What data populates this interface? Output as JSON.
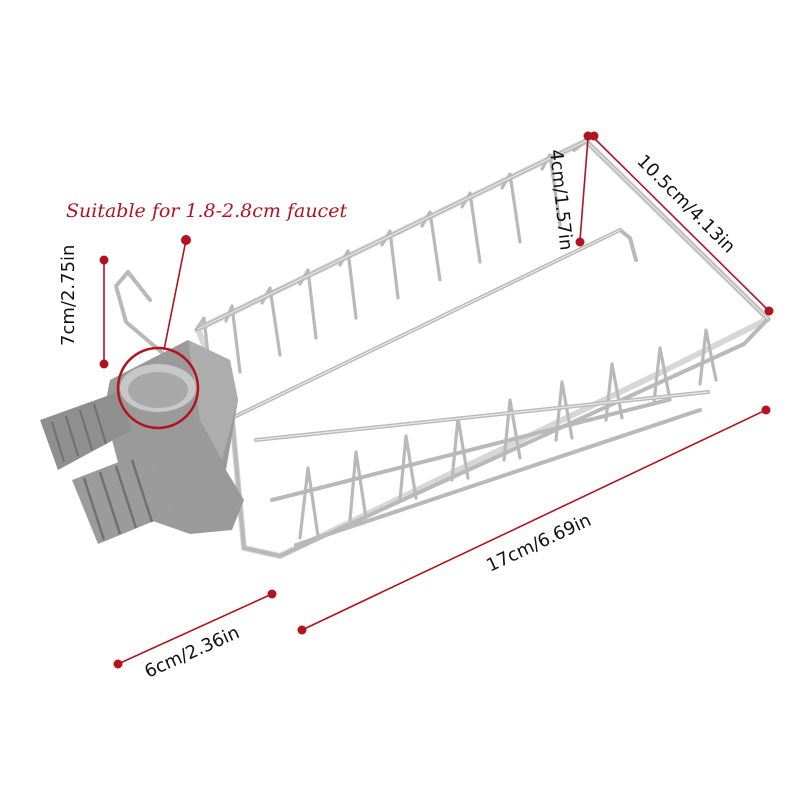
{
  "callout": {
    "text": "Suitable for 1.8-2.8cm faucet"
  },
  "dimensions": {
    "height_clip": "7cm/2.75in",
    "basket_depth": "4cm/1.57in",
    "basket_width": "10.5cm/4.13in",
    "basket_length": "17cm/6.69in",
    "clip_width": "6cm/2.36in"
  },
  "colors": {
    "accent": "#b3121f",
    "wire": "#b9b9b9",
    "wire_shadow": "#8c8c8c",
    "clip": "#9a9a9a",
    "clip_dark": "#7a7a7a"
  }
}
